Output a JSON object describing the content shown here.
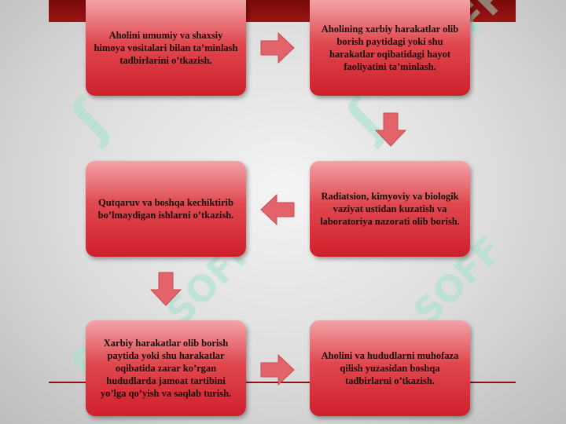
{
  "steps": [
    {
      "text": "Aholini umumiy va shaxsiy himoya vositalari bilan ta’minlash tadbirlarini o’tkazish."
    },
    {
      "text": "Aholining xarbiy harakatlar olib borish paytidagi yoki shu harakatlar oqibatidagi hayot faoliyatini ta’minlash."
    },
    {
      "text": "Qutqaruv va boshqa kechiktirib bo’lmaydigan ishlarni o’tkazish."
    },
    {
      "text": "Radiatsion, kimyoviy va biologik vaziyat ustidan kuzatish va laboratoriya nazorati olib borish."
    },
    {
      "text": "Xarbiy harakatlar olib borish paytida yoki shu harakatlar oqibatida zarar ko’rgan hududlarda jamoat tartibini yo’lga qo’yish va saqlab turish."
    },
    {
      "text": "Aholini va hududlarni muhofaza qilish yuzasidan boshqa tadbirlarni o’tkazish."
    }
  ],
  "watermark": {
    "text": "SOFF"
  },
  "colors": {
    "box_top": "#f3a3a8",
    "box_bottom": "#cf1f2b",
    "arrow": "#e3636a",
    "bar": "#8e1212"
  }
}
